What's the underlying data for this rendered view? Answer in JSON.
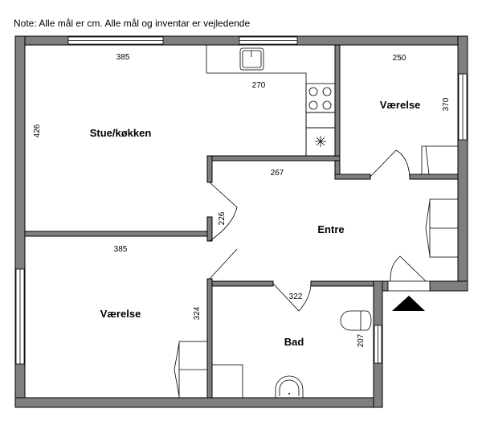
{
  "note": "Note: Alle mål er cm. Alle mål og inventar er vejledende",
  "rooms": {
    "living": {
      "label": "Stue/køkken",
      "width": "385",
      "depth": "426",
      "kitchen": "270"
    },
    "bedroom_top": {
      "label": "Værelse",
      "width": "250",
      "depth": "370"
    },
    "entrance": {
      "label": "Entre",
      "width": "267",
      "depth": "226"
    },
    "bedroom_bottom": {
      "label": "Værelse",
      "width": "385",
      "depth": "324"
    },
    "bathroom": {
      "label": "Bad",
      "width": "322",
      "depth": "207"
    }
  },
  "colors": {
    "wall": "#7f7f7f",
    "entry_arrow": "#000000"
  }
}
